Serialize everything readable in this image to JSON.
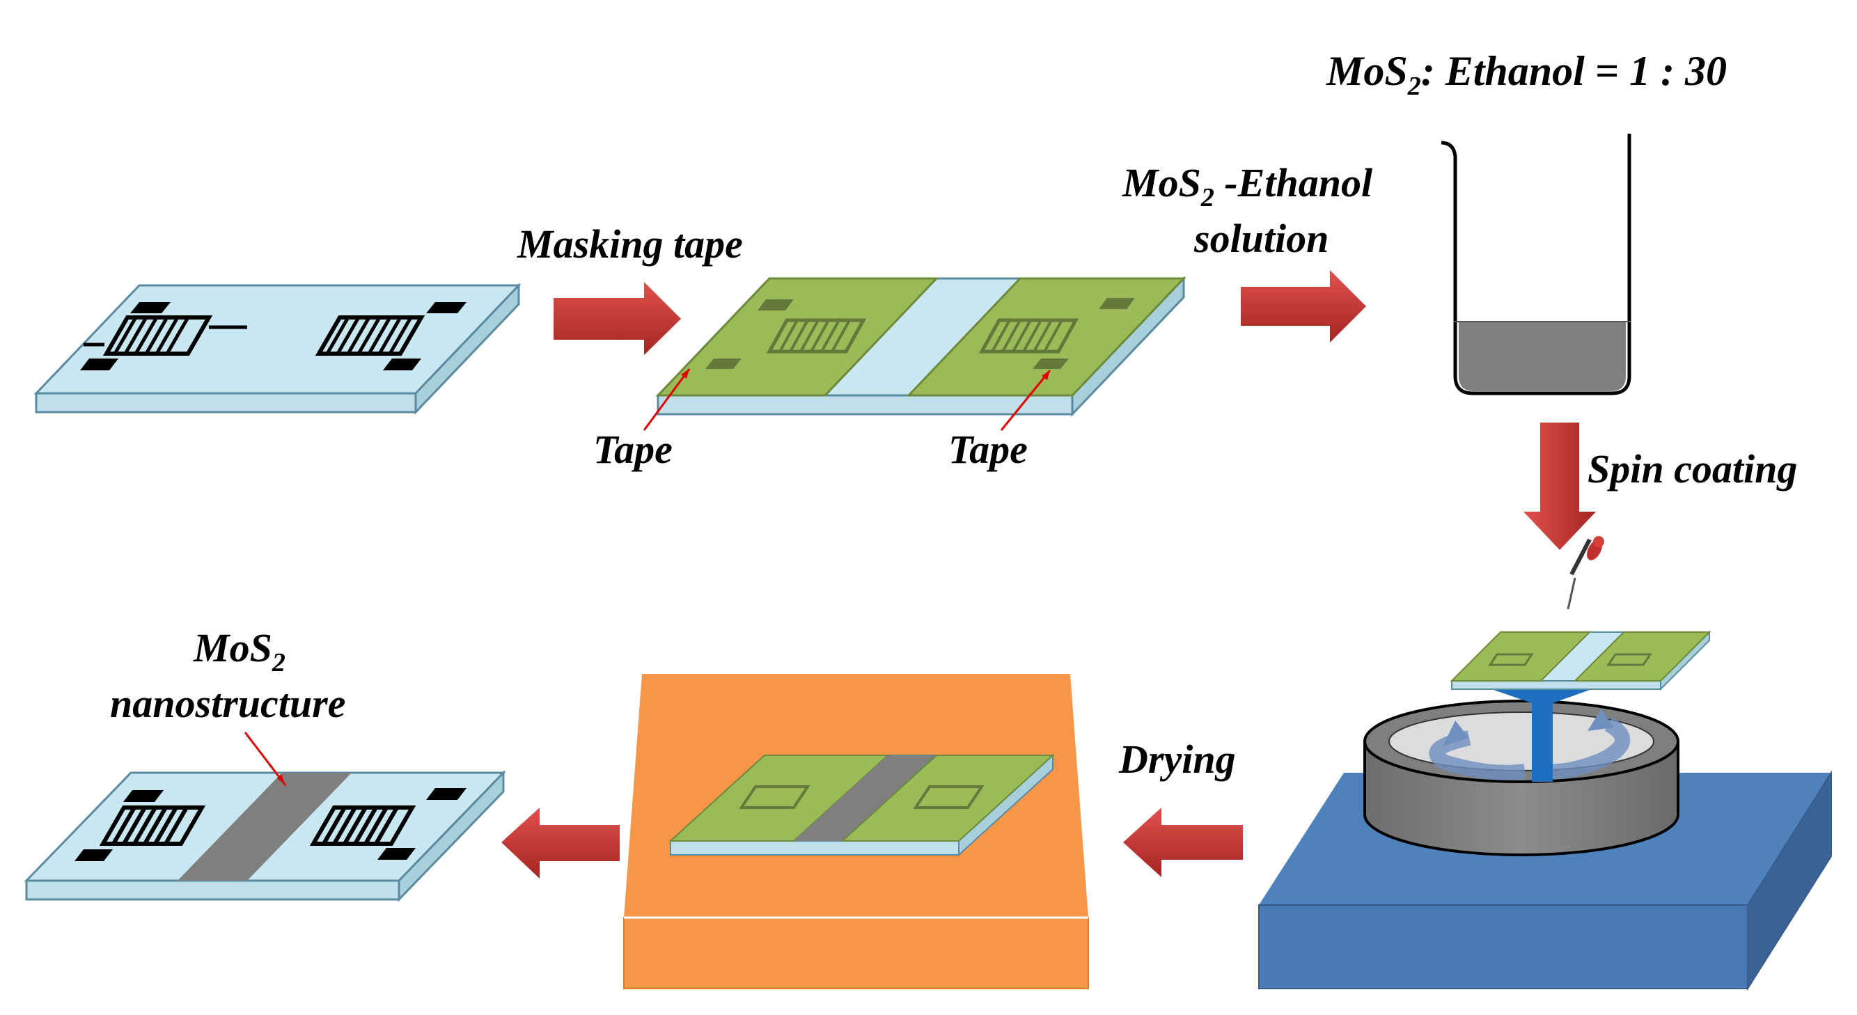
{
  "ratio_label": {
    "prefix": "MoS",
    "sub": "2",
    "rest": ": Ethanol = 1 : 30"
  },
  "solution_label": {
    "prefix": "MoS",
    "sub": "2",
    "rest": " -Ethanol",
    "line2": "solution"
  },
  "masking_tape_label": "Masking tape",
  "tape_label_left": "Tape",
  "tape_label_right": "Tape",
  "spin_coating_label": "Spin coating",
  "drying_label": "Drying",
  "nano_label": {
    "prefix": "MoS",
    "sub": "2",
    "line2": "nanostructure"
  },
  "colors": {
    "substrate": "#c9e7f0",
    "tape": "#9bbb59",
    "mos2_film": "#7f7f7f",
    "arrow": "#c0302d",
    "hotplate": "#f79646",
    "spin_base": "#4f81bd",
    "spin_ring": "#808080"
  }
}
